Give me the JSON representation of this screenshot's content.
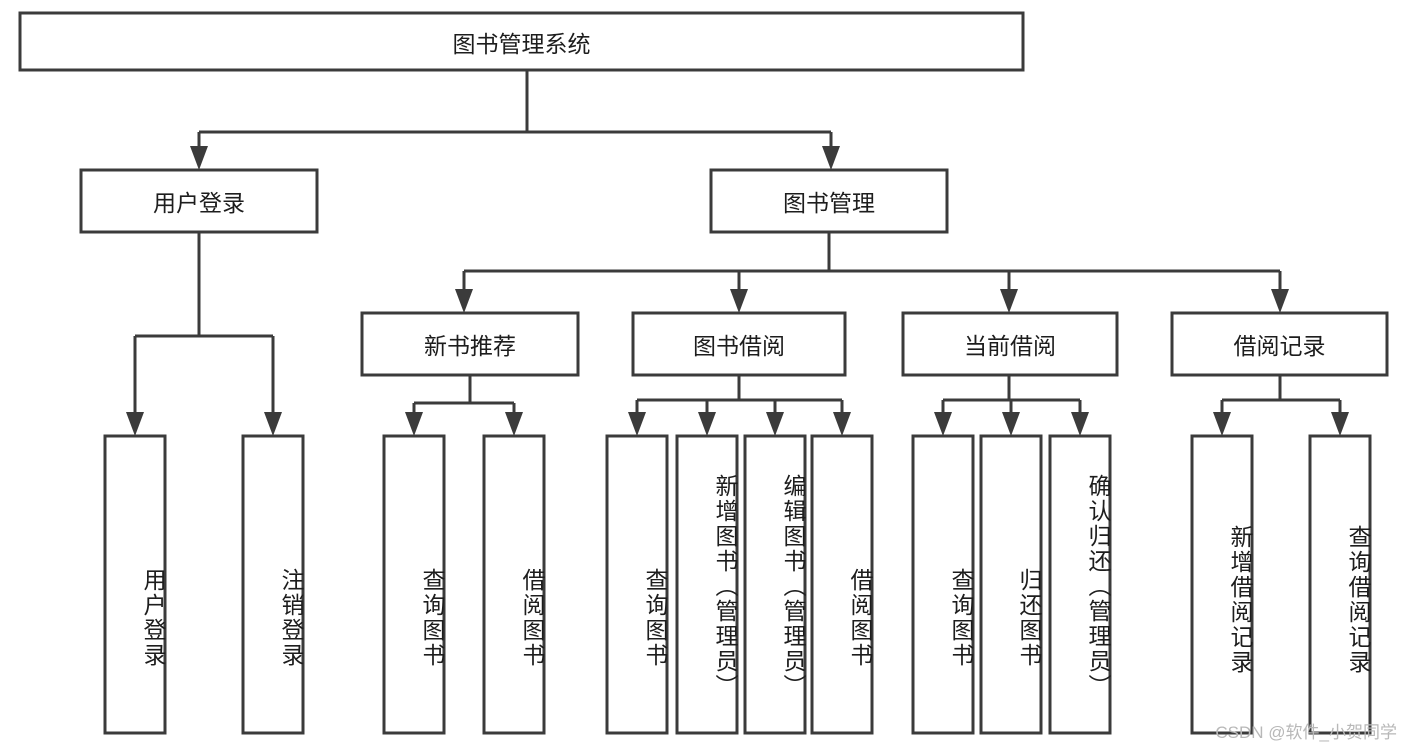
{
  "diagram": {
    "title_node": {
      "id": "root",
      "label": "图书管理系统",
      "orientation": "horizontal"
    },
    "level2": [
      {
        "id": "user-login",
        "label": "用户登录",
        "orientation": "horizontal"
      },
      {
        "id": "book-manage",
        "label": "图书管理",
        "orientation": "horizontal"
      }
    ],
    "level3": [
      {
        "id": "new-book-recommend",
        "label": "新书推荐",
        "orientation": "horizontal"
      },
      {
        "id": "book-borrow",
        "label": "图书借阅",
        "orientation": "horizontal"
      },
      {
        "id": "current-borrow",
        "label": "当前借阅",
        "orientation": "horizontal"
      },
      {
        "id": "borrow-record",
        "label": "借阅记录",
        "orientation": "horizontal"
      }
    ],
    "leaves": [
      {
        "id": "leaf-user-login",
        "label": "用户登录",
        "parent": "user-login",
        "orientation": "vertical"
      },
      {
        "id": "leaf-logout-login",
        "label": "注销登录",
        "parent": "user-login",
        "orientation": "vertical"
      },
      {
        "id": "leaf-query-book-1",
        "label": "查询图书",
        "parent": "new-book-recommend",
        "orientation": "vertical"
      },
      {
        "id": "leaf-borrow-book-1",
        "label": "借阅图书",
        "parent": "new-book-recommend",
        "orientation": "vertical"
      },
      {
        "id": "leaf-query-book-2",
        "label": "查询图书",
        "parent": "book-borrow",
        "orientation": "vertical"
      },
      {
        "id": "leaf-add-book",
        "label": "新增图书（管理员）",
        "parent": "book-borrow",
        "orientation": "vertical"
      },
      {
        "id": "leaf-edit-book",
        "label": "编辑图书（管理员）",
        "parent": "book-borrow",
        "orientation": "vertical"
      },
      {
        "id": "leaf-borrow-book-2",
        "label": "借阅图书",
        "parent": "book-borrow",
        "orientation": "vertical"
      },
      {
        "id": "leaf-query-book-3",
        "label": "查询图书",
        "parent": "current-borrow",
        "orientation": "vertical"
      },
      {
        "id": "leaf-return-book",
        "label": "归还图书",
        "parent": "current-borrow",
        "orientation": "vertical"
      },
      {
        "id": "leaf-confirm-return",
        "label": "确认归还（管理员）",
        "parent": "current-borrow",
        "orientation": "vertical"
      },
      {
        "id": "leaf-add-borrow-record",
        "label": "新增借阅记录",
        "parent": "borrow-record",
        "orientation": "vertical"
      },
      {
        "id": "leaf-query-borrow-record",
        "label": "查询借阅记录",
        "parent": "borrow-record",
        "orientation": "vertical"
      }
    ],
    "colors": {
      "stroke": "#3b3b3b",
      "box_fill": "#ffffff",
      "text": "#1d1d1d",
      "background": "#ffffff",
      "watermark": "#b8b8b8"
    }
  },
  "watermark": {
    "text": "CSDN @软件_小贺同学"
  }
}
